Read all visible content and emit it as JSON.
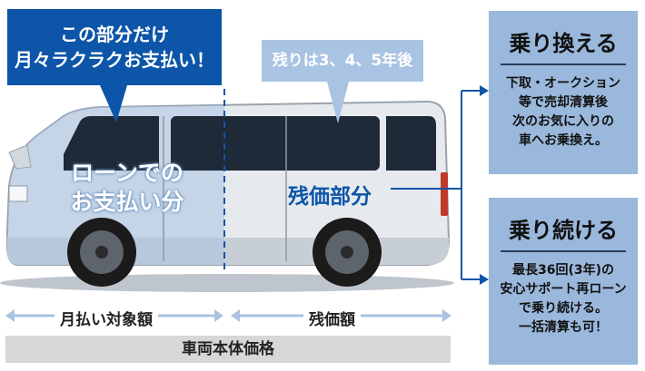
{
  "callouts": {
    "monthly_line1": "この部分だけ",
    "monthly_line2": "月々ラクラクお支払い！",
    "remaining": "残りは3、4、5年後"
  },
  "vehicle_labels": {
    "loan_line1": "ローンでの",
    "loan_line2": "お支払い分",
    "residual": "残価部分"
  },
  "ranges": {
    "monthly_target": "月払い対象額",
    "residual_value": "残価額",
    "vehicle_price": "車両本体価格"
  },
  "options": [
    {
      "title": "乗り換える",
      "lines": [
        "下取・オークション",
        "等で売却清算後",
        "次のお気に入りの",
        "車へお乗換え。"
      ]
    },
    {
      "title": "乗り続ける",
      "lines": [
        "最長36回(3年)の",
        "安心サポート再ローン",
        "で乗り続ける。",
        "一括清算も可！"
      ]
    }
  ],
  "colors": {
    "brand_blue": "#0d55a8",
    "light_blue": "#a9c3e2",
    "option_blue": "#9ab8dc",
    "base_gray": "#d7d7d7"
  }
}
